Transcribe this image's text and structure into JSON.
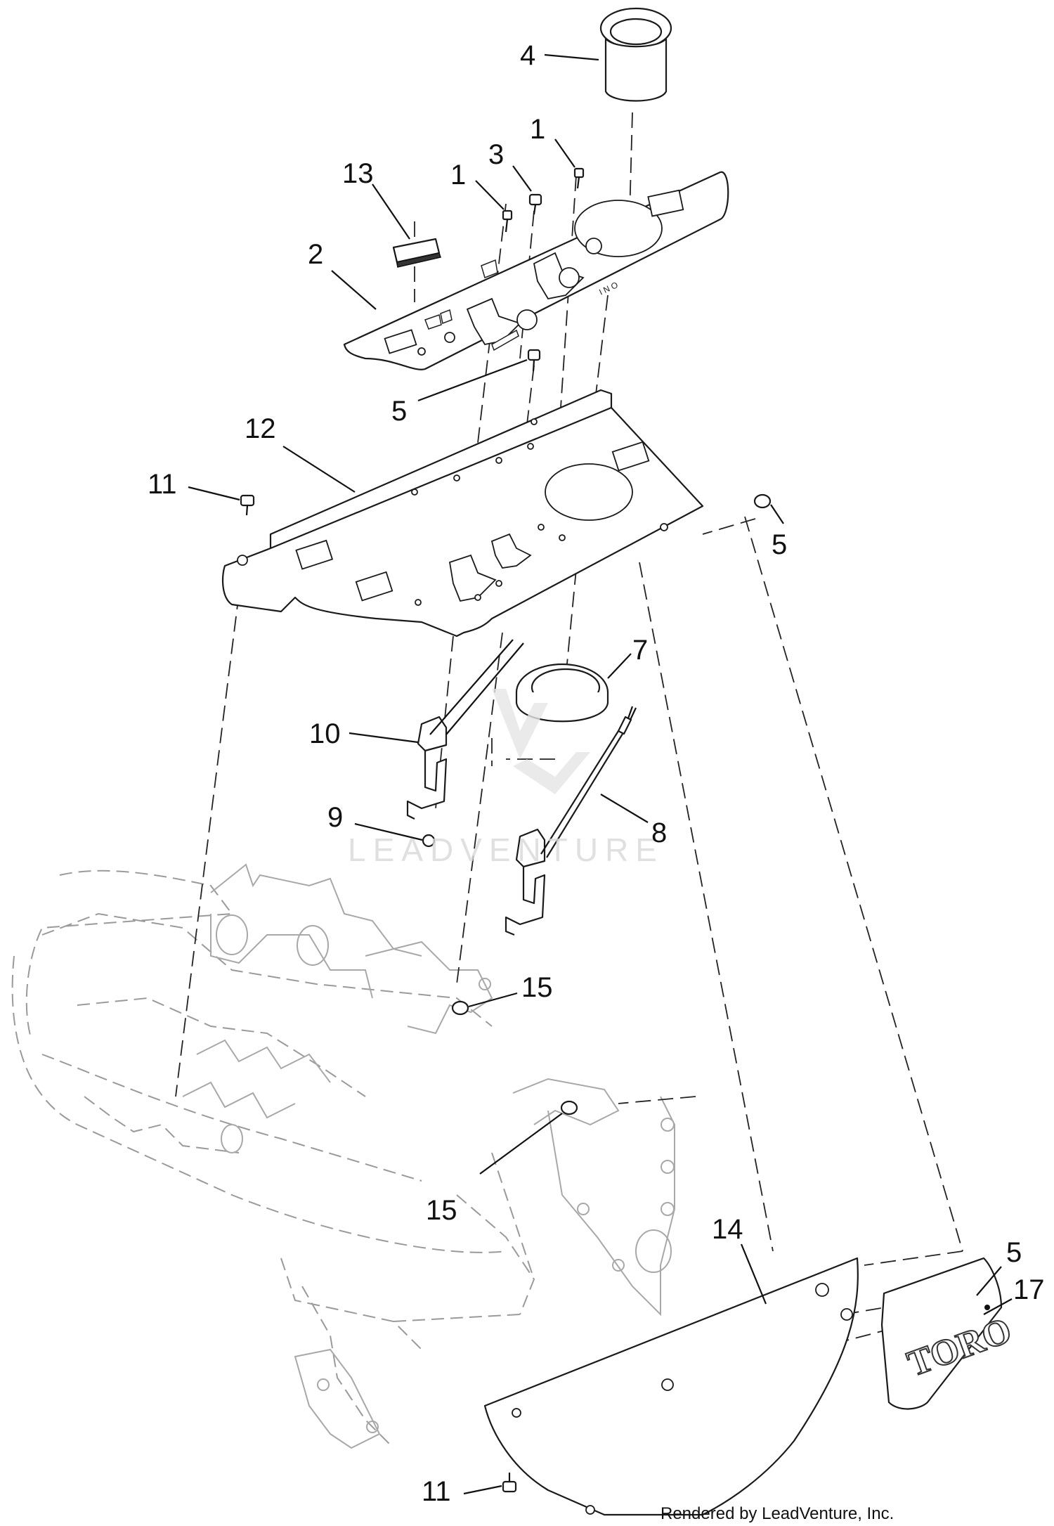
{
  "callouts": [
    {
      "id": "c4-top",
      "label": "4"
    },
    {
      "id": "c1-right",
      "label": "1"
    },
    {
      "id": "c3",
      "label": "3"
    },
    {
      "id": "c1-left",
      "label": "1"
    },
    {
      "id": "c13",
      "label": "13"
    },
    {
      "id": "c2",
      "label": "2"
    },
    {
      "id": "c5-mid",
      "label": "5"
    },
    {
      "id": "c12",
      "label": "12"
    },
    {
      "id": "c11-top",
      "label": "11"
    },
    {
      "id": "c5-right",
      "label": "5"
    },
    {
      "id": "c7",
      "label": "7"
    },
    {
      "id": "c10",
      "label": "10"
    },
    {
      "id": "c9",
      "label": "9"
    },
    {
      "id": "c8",
      "label": "8"
    },
    {
      "id": "c15-upper",
      "label": "15"
    },
    {
      "id": "c15-lower",
      "label": "15"
    },
    {
      "id": "c14",
      "label": "14"
    },
    {
      "id": "c5-lower",
      "label": "5"
    },
    {
      "id": "c17",
      "label": "17"
    },
    {
      "id": "c11-bottom",
      "label": "11"
    }
  ],
  "logo_text": "TORO",
  "watermark": "LEADVENTURE",
  "credit": "Rendered by LeadVenture, Inc."
}
